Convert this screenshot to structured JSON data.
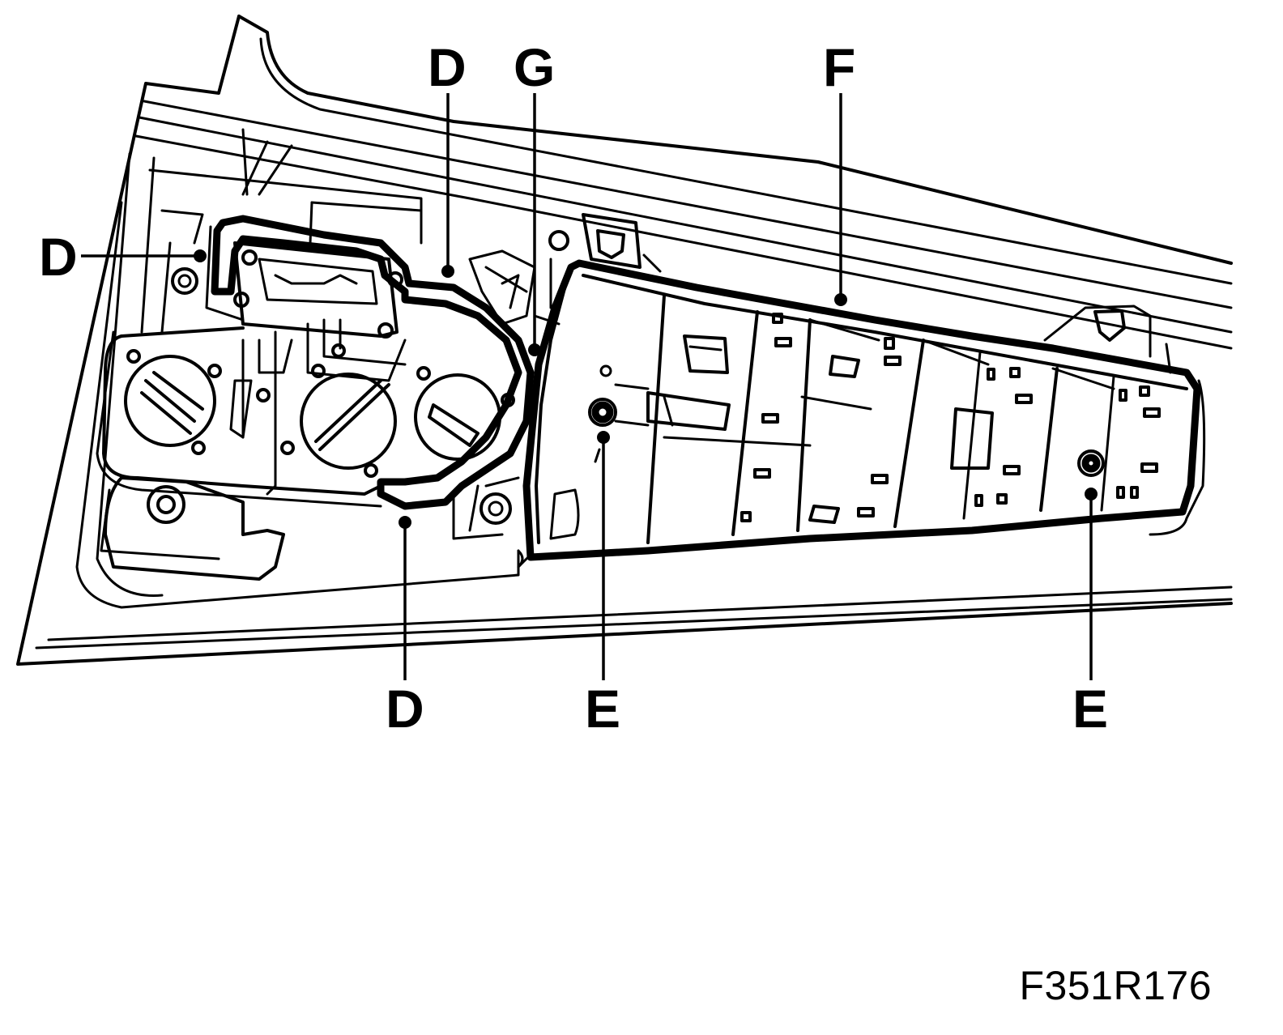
{
  "callouts": {
    "d_left": "D",
    "d_top": "D",
    "g_top": "G",
    "f_top": "F",
    "d_bottom": "D",
    "e_bottom_left": "E",
    "e_bottom_right": "E"
  },
  "figure_id": "F351R176"
}
